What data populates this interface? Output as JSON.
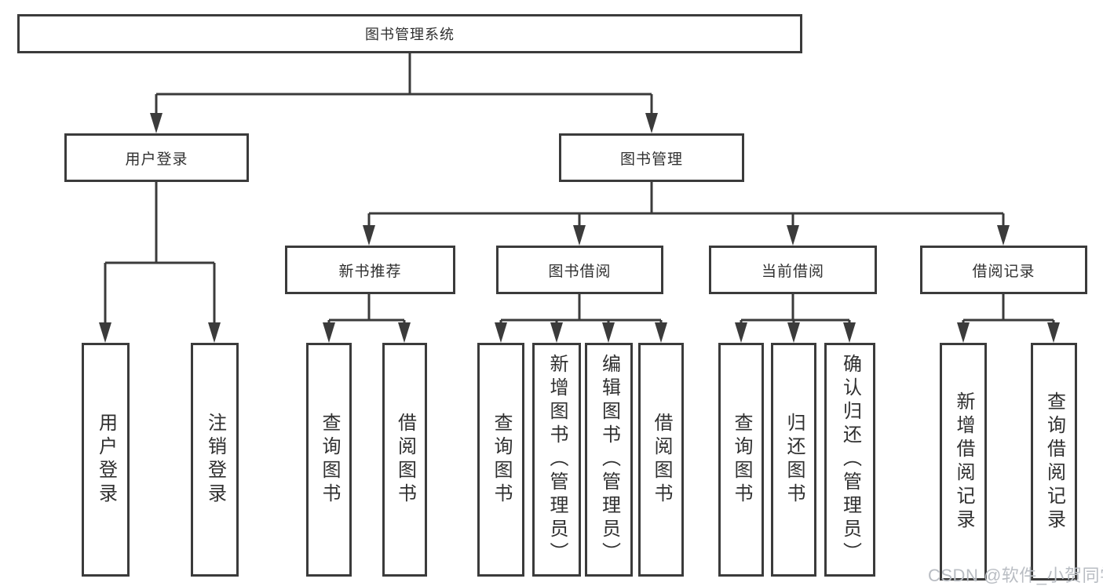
{
  "diagram": {
    "type": "functional-hierarchy-tree",
    "root": {
      "label": "图书管理系统"
    },
    "children": [
      {
        "label": "用户登录",
        "children": [
          {
            "label": "用户登录"
          },
          {
            "label": "注销登录"
          }
        ]
      },
      {
        "label": "图书管理",
        "children": [
          {
            "label": "新书推荐",
            "children": [
              {
                "label": "查询图书"
              },
              {
                "label": "借阅图书"
              }
            ]
          },
          {
            "label": "图书借阅",
            "children": [
              {
                "label": "查询图书"
              },
              {
                "label": "新增图书（管理员）"
              },
              {
                "label": "编辑图书（管理员）"
              },
              {
                "label": "借阅图书"
              }
            ]
          },
          {
            "label": "当前借阅",
            "children": [
              {
                "label": "查询图书"
              },
              {
                "label": "归还图书"
              },
              {
                "label": "确认归还（管理员）"
              }
            ]
          },
          {
            "label": "借阅记录",
            "children": [
              {
                "label": "新增借阅记录"
              },
              {
                "label": "查询借阅记录"
              }
            ]
          }
        ]
      }
    ]
  },
  "watermark": {
    "text": "CSDN @软件_小贺同学"
  },
  "colors": {
    "line": "#3b3b3b",
    "box_background": "#ffffff",
    "text": "#303030",
    "watermark": "#b9bdc3"
  }
}
